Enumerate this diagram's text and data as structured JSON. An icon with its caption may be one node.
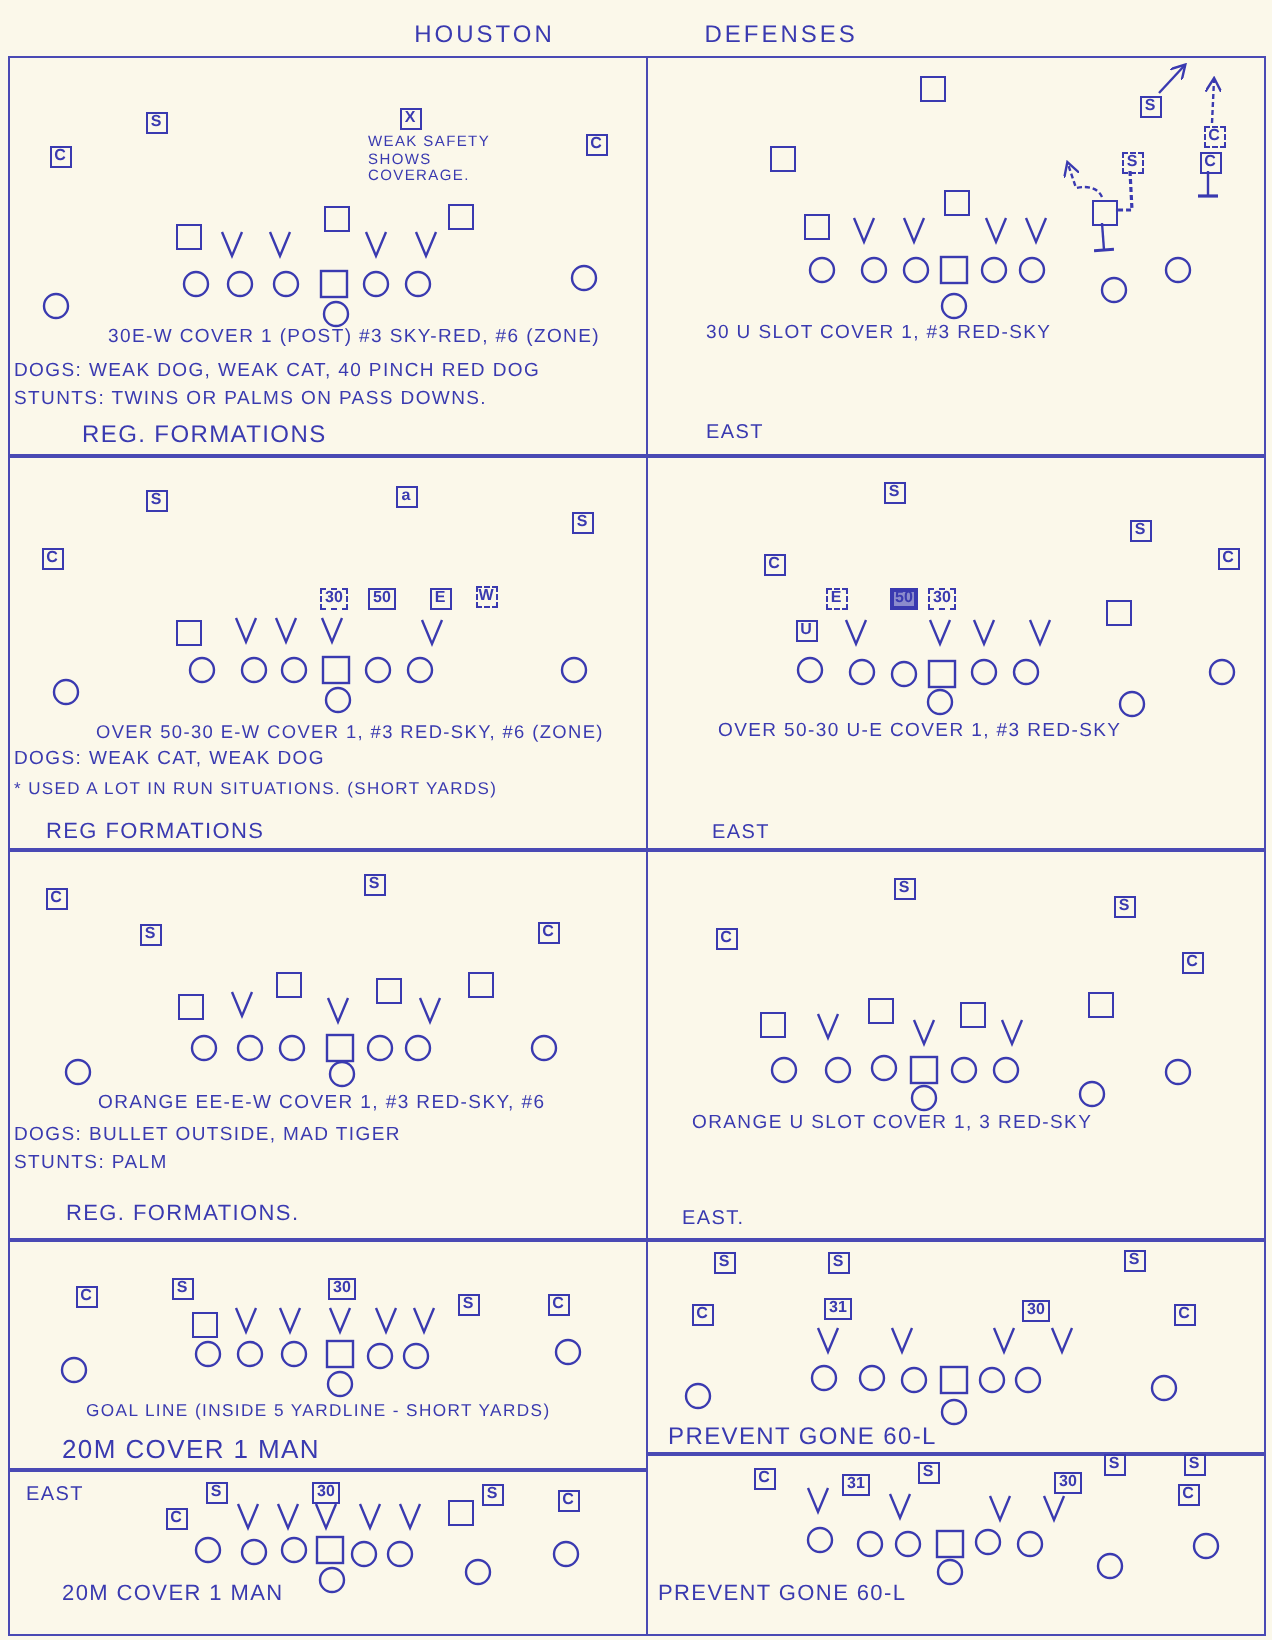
{
  "diagram": {
    "title": "HOUSTON DEFENSES",
    "nodes": [
      {
        "text": [
          "30E-W COVER 1 (POST) #3 SKY-RED, #6 (ZONE)",
          "DOGS: WEAK DOG, WEAK CAT, 40 PINCH RED DOG",
          "STUNTS: TWINS OR PALMS ON PASS DOWNS.",
          "REG. FORMATIONS"
        ]
      },
      {
        "text": [
          "S"
        ],
        "in": 0
      },
      {
        "text": [
          "X"
        ],
        "in": 0,
        "beside": [
          "WEAK SAFETY SHOWS COVERAGE."
        ]
      },
      {
        "text": [
          "C"
        ],
        "in": 0
      },
      {
        "text": [
          "C"
        ],
        "in": 0
      },
      {
        "text": [],
        "shape": "box",
        "in": 0
      },
      {
        "text": [],
        "shape": "box",
        "in": 0
      },
      {
        "text": [],
        "shape": "box",
        "in": 0
      },
      {
        "text": [
          "30 U SLOT COVER 1, #3 RED-SKY",
          "EAST"
        ]
      },
      {
        "text": [],
        "shape": "box",
        "in": 8
      },
      {
        "text": [
          "S"
        ],
        "in": 8
      },
      {
        "text": [
          "C"
        ],
        "in": 8
      },
      {
        "text": [],
        "shape": "box",
        "in": 8
      },
      {
        "text": [
          "S"
        ],
        "in": 8
      },
      {
        "text": [
          "C"
        ],
        "in": 8
      },
      {
        "text": [],
        "shape": "box",
        "in": 8
      },
      {
        "text": [],
        "shape": "box",
        "in": 8
      },
      {
        "text": [],
        "shape": "box",
        "in": 8
      },
      {
        "text": [
          "OVER 50-30 E-W COVER 1, #3 RED-SKY, #6 (ZONE)",
          "DOGS: WEAK CAT, WEAK DOG",
          "* USED A LOT IN RUN SITUATIONS. (SHORT YARDS)",
          "REG FORMATIONS"
        ]
      },
      {
        "text": [
          "S"
        ],
        "in": 18
      },
      {
        "text": [
          "a"
        ],
        "in": 18
      },
      {
        "text": [
          "S"
        ],
        "in": 18
      },
      {
        "text": [
          "C"
        ],
        "in": 18
      },
      {
        "text": [
          "30"
        ],
        "in": 18
      },
      {
        "text": [
          "50"
        ],
        "in": 18
      },
      {
        "text": [
          "E"
        ],
        "in": 18
      },
      {
        "text": [
          "W"
        ],
        "in": 18
      },
      {
        "text": [],
        "shape": "box",
        "in": 18
      },
      {
        "text": [
          "OVER 50-30 U-E COVER 1, #3 RED-SKY",
          "EAST"
        ]
      },
      {
        "text": [
          "S"
        ],
        "in": 28
      },
      {
        "text": [
          "S"
        ],
        "in": 28
      },
      {
        "text": [
          "C"
        ],
        "in": 28
      },
      {
        "text": [
          "C"
        ],
        "in": 28
      },
      {
        "text": [
          "E"
        ],
        "in": 28
      },
      {
        "text": [
          "50"
        ],
        "in": 28
      },
      {
        "text": [
          "30"
        ],
        "in": 28
      },
      {
        "text": [],
        "shape": "box",
        "in": 28
      },
      {
        "text": [
          "U"
        ],
        "in": 28
      },
      {
        "text": [
          "ORANGE EE-E-W COVER 1, #3 RED-SKY, #6",
          "DOGS: BULLET OUTSIDE, MAD TIGER",
          "STUNTS: PALM",
          "REG. FORMATIONS."
        ]
      },
      {
        "text": [
          "S"
        ],
        "in": 38
      },
      {
        "text": [
          "C"
        ],
        "in": 38
      },
      {
        "text": [
          "S"
        ],
        "in": 38
      },
      {
        "text": [
          "C"
        ],
        "in": 38
      },
      {
        "text": [],
        "shape": "box",
        "in": 38
      },
      {
        "text": [],
        "shape": "box",
        "in": 38
      },
      {
        "text": [],
        "shape": "box",
        "in": 38
      },
      {
        "text": [],
        "shape": "box",
        "in": 38
      },
      {
        "text": [
          "ORANGE U SLOT COVER 1, 3 RED-SKY",
          "EAST."
        ]
      },
      {
        "text": [
          "S"
        ],
        "in": 47
      },
      {
        "text": [
          "S"
        ],
        "in": 47
      },
      {
        "text": [
          "C"
        ],
        "in": 47
      },
      {
        "text": [
          "C"
        ],
        "in": 47
      },
      {
        "text": [],
        "shape": "box",
        "in": 47
      },
      {
        "text": [],
        "shape": "box",
        "in": 47
      },
      {
        "text": [],
        "shape": "box",
        "in": 47
      },
      {
        "text": [],
        "shape": "box",
        "in": 47
      },
      {
        "text": [
          "GOAL LINE (INSIDE 5 YARDLINE - SHORT YARDS)",
          "20M COVER 1 MAN"
        ]
      },
      {
        "text": [
          "C"
        ],
        "in": 56
      },
      {
        "text": [
          "S"
        ],
        "in": 56
      },
      {
        "text": [
          "30"
        ],
        "in": 56
      },
      {
        "text": [
          "S"
        ],
        "in": 56
      },
      {
        "text": [
          "C"
        ],
        "in": 56
      },
      {
        "text": [],
        "shape": "box",
        "in": 56
      },
      {
        "text": [
          "EAST",
          "20M COVER 1 MAN"
        ]
      },
      {
        "text": [
          "S"
        ],
        "in": 63
      },
      {
        "text": [
          "30"
        ],
        "in": 63
      },
      {
        "text": [
          "C"
        ],
        "in": 63
      },
      {
        "text": [
          "S"
        ],
        "in": 63
      },
      {
        "text": [
          "C"
        ],
        "in": 63
      },
      {
        "text": [],
        "shape": "box",
        "in": 63
      },
      {
        "text": [
          "PREVENT GONE 60-L"
        ]
      },
      {
        "text": [
          "S"
        ],
        "in": 70
      },
      {
        "text": [
          "S"
        ],
        "in": 70
      },
      {
        "text": [
          "S"
        ],
        "in": 70
      },
      {
        "text": [
          "C"
        ],
        "in": 70
      },
      {
        "text": [
          "31"
        ],
        "in": 70
      },
      {
        "text": [
          "30"
        ],
        "in": 70
      },
      {
        "text": [
          "C"
        ],
        "in": 70
      },
      {
        "text": [
          "PREVENT GONE 60-L"
        ]
      },
      {
        "text": [
          "S"
        ],
        "in": 78
      },
      {
        "text": [
          "S"
        ],
        "in": 78
      },
      {
        "text": [
          "C"
        ],
        "in": 78
      },
      {
        "text": [
          "31"
        ],
        "in": 78
      },
      {
        "text": [
          "S"
        ],
        "in": 78
      },
      {
        "text": [
          "30"
        ],
        "in": 78
      },
      {
        "text": [
          "C"
        ],
        "in": 78
      }
    ],
    "edges": [
      {
        "from": 10,
        "to": null,
        "arrow": "to"
      },
      {
        "from": 11,
        "to": null,
        "arrow": "to",
        "style": "dashed"
      },
      {
        "from": 13,
        "to": 16,
        "arrow": "none",
        "style": "dashed"
      },
      {
        "from": 16,
        "to": null,
        "arrow": "to",
        "style": "dashed"
      },
      {
        "from": 16,
        "to": null,
        "arrow": "other"
      },
      {
        "from": 14,
        "to": null,
        "arrow": "other"
      }
    ]
  }
}
